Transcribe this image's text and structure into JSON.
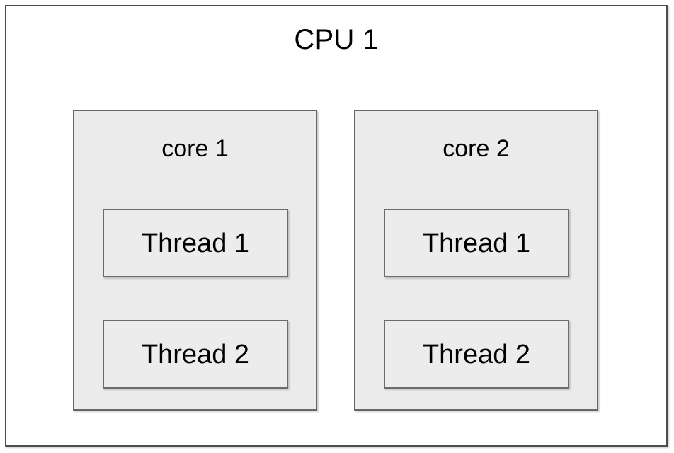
{
  "diagram": {
    "title": "CPU 1",
    "background_color": "#ffffff",
    "outer_border_color": "#4d4d4d",
    "core_fill_color": "#ebebeb",
    "core_border_color": "#666666",
    "thread_fill_color": "#ececec",
    "thread_border_color": "#6b6b6b",
    "text_color": "#000000",
    "cores": [
      {
        "label": "core 1",
        "threads": [
          {
            "label": "Thread 1"
          },
          {
            "label": "Thread 2"
          }
        ]
      },
      {
        "label": "core 2",
        "threads": [
          {
            "label": "Thread 1"
          },
          {
            "label": "Thread 2"
          }
        ]
      }
    ]
  }
}
